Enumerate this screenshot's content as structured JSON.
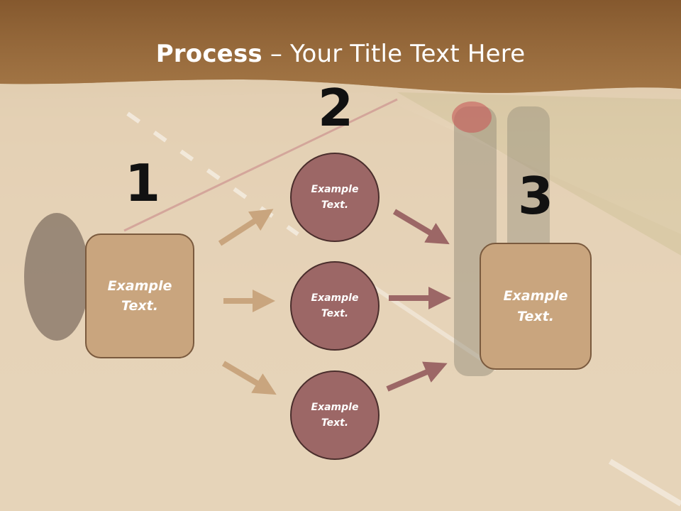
{
  "slide": {
    "title_bold": "Process",
    "title_rest": " – Your Title Text Here",
    "numbers": [
      "1",
      "2",
      "3"
    ],
    "left_box": "Example\nText.",
    "right_box": "Example\nText.",
    "circles": [
      "Example\nText.",
      "Example\nText.",
      "Example\nText."
    ]
  },
  "colors": {
    "header": "#8f6235",
    "box_fill": "#c9a57e",
    "circle_fill": "#9c6766",
    "arrow_left": "#c9a57e",
    "arrow_right": "#9c6766"
  }
}
